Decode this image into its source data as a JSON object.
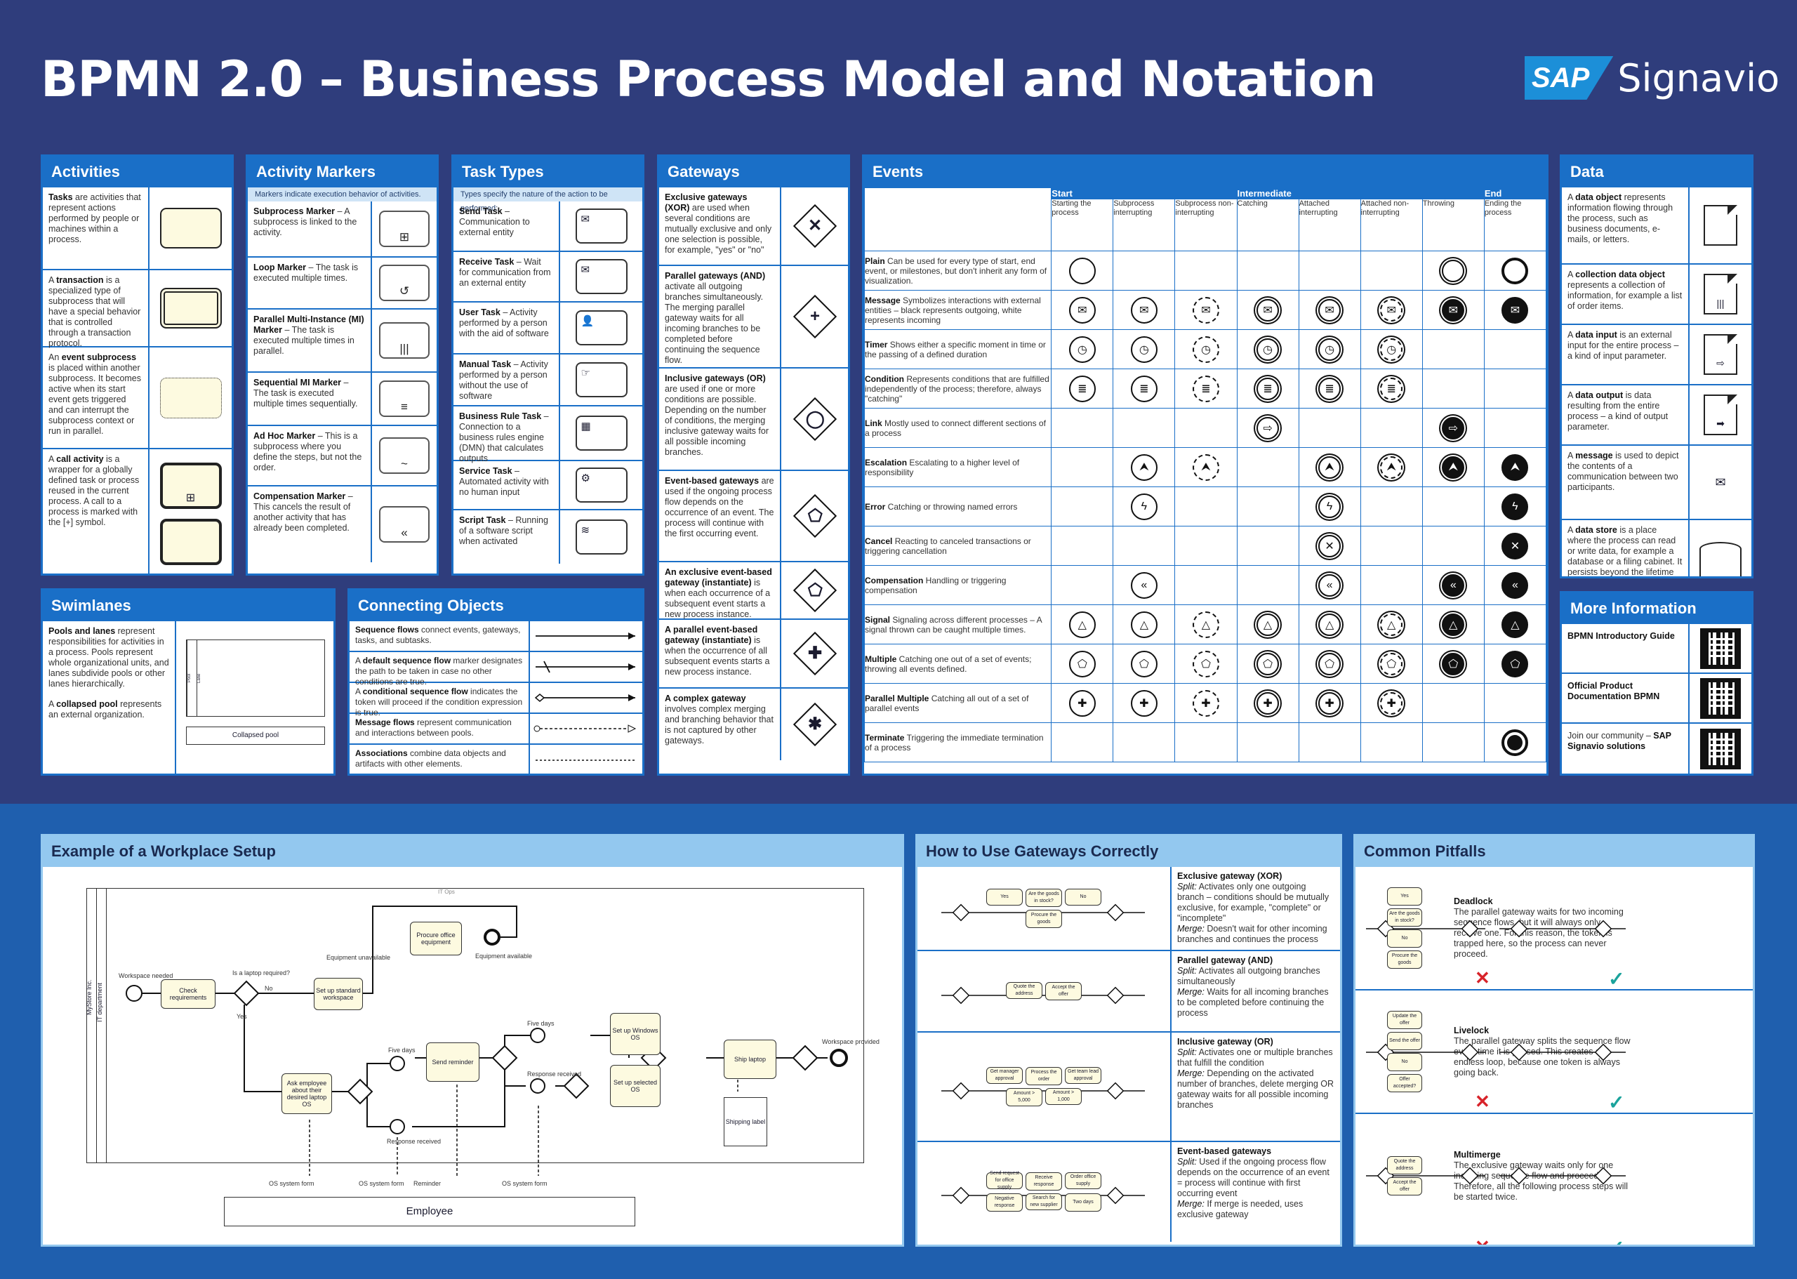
{
  "title": "BPMN 2.0 – Business Process Model and Notation",
  "logo": {
    "sap": "SAP",
    "product": "Signavio"
  },
  "activities": {
    "title": "Activities",
    "rows": [
      {
        "bold": "Tasks",
        "text": " are activities that represent actions performed by people or machines within a process."
      },
      {
        "bold": "",
        "pre": "A ",
        "bold2": "transaction",
        "text": " is a specialized type of subprocess that will have a special behavior that is controlled through a transaction protocol."
      },
      {
        "pre": "An ",
        "bold2": "event subprocess",
        "text": " is placed within another subprocess. It becomes active when its start event gets triggered and can interrupt the subprocess context or run in parallel."
      },
      {
        "pre": "A ",
        "bold2": "call activity",
        "text": " is a wrapper for a globally defined task or process reused in the current process. A call to a process is marked with the [+] symbol."
      }
    ]
  },
  "markers": {
    "title": "Activity Markers",
    "sub": "Markers indicate execution behavior of activities.",
    "rows": [
      {
        "name": "Subprocess Marker",
        "text": " – A subprocess is linked to the activity.",
        "sym": "⊞"
      },
      {
        "name": "Loop Marker",
        "text": " – The task is executed multiple times.",
        "sym": "↺"
      },
      {
        "name": "Parallel Multi-Instance (MI) Marker",
        "text": " – The task is executed multiple times in parallel.",
        "sym": "|||"
      },
      {
        "name": "Sequential MI Marker",
        "text": " – The task is executed multiple times sequentially.",
        "sym": "≡"
      },
      {
        "name": "Ad Hoc Marker",
        "text": " – This is a subprocess where you define the steps, but not the order.",
        "sym": "~"
      },
      {
        "name": "Compensation Marker",
        "text": " – This cancels the result of another activity that has already been completed.",
        "sym": "«"
      }
    ]
  },
  "tasks": {
    "title": "Task Types",
    "sub": "Types specify the nature of the action to be performed:",
    "rows": [
      {
        "name": "Send Task",
        "text": " – Communication to external entity",
        "sym": "✉"
      },
      {
        "name": "Receive Task",
        "text": " – Wait for communication from an external entity",
        "sym": "✉"
      },
      {
        "name": "User Task",
        "text": " – Activity performed by a person with the aid of software",
        "sym": "👤"
      },
      {
        "name": "Manual Task",
        "text": " – Activity performed by a person without the use of software",
        "sym": "☞"
      },
      {
        "name": "Business Rule Task",
        "text": " – Connection to a business rules engine (DMN) that calculates outputs",
        "sym": "▦"
      },
      {
        "name": "Service Task",
        "text": " – Automated activity with no human input",
        "sym": "⚙"
      },
      {
        "name": "Script Task",
        "text": " – Running of a software script when activated",
        "sym": "≋"
      }
    ]
  },
  "gateways": {
    "title": "Gateways",
    "rows": [
      {
        "bold": "Exclusive gateways (XOR)",
        "text": " are used when several conditions are mutually exclusive and only one selection is possible, for example, \"yes\" or \"no\"",
        "sym": "✕"
      },
      {
        "bold": "Parallel gateways (AND)",
        "text": " activate all outgoing branches simultaneously. The merging parallel gateway waits for all incoming branches to be completed before continuing the sequence flow.",
        "sym": "+"
      },
      {
        "bold": "Inclusive gateways (OR)",
        "text": " are used if one or more conditions are possible. Depending on the number of conditions, the merging inclusive gateway waits for all possible incoming branches.",
        "sym": "◯"
      },
      {
        "bold": "Event-based gateways",
        "text": " are used if the ongoing process flow depends on the occurrence of an event. The process will continue with the first occurring event.",
        "sym": "⬠"
      },
      {
        "bold": "An exclusive event-based gateway (instantiate)",
        "text": " is when each occurrence of a subsequent event starts a new process instance.",
        "sym": "⬠"
      },
      {
        "bold": "A parallel event-based gateway (instantiate)",
        "text": " is when the occurrence of all subsequent events starts a new process instance.",
        "sym": "✚"
      },
      {
        "bold": "A complex gateway",
        "text": " involves complex merging and branching behavior that is not captured by other gateways.",
        "sym": "✱"
      }
    ]
  },
  "events": {
    "title": "Events",
    "groups": {
      "start": "Start",
      "intermediate": "Intermediate",
      "end": "End"
    },
    "cols": [
      "Starting the process",
      "Subprocess interrupting",
      "Subprocess non-interrupting",
      "Catching",
      "Attached interrupting",
      "Attached non-interrupting",
      "Throwing",
      "Ending the process"
    ],
    "rows": [
      {
        "name": "Plain",
        "text": " Can be used for every type of start, end event, or milestones, but don't inherit any form of visualization.",
        "cells": [
          "",
          "",
          "",
          "",
          "",
          "",
          "",
          ""
        ],
        "sym": "",
        "show": [
          1,
          0,
          0,
          0,
          0,
          0,
          1,
          1
        ]
      },
      {
        "name": "Message",
        "text": " Symbolizes interactions with external entities – black represents outgoing, white represents incoming",
        "sym": "✉",
        "show": [
          1,
          1,
          1,
          1,
          1,
          1,
          1,
          1
        ]
      },
      {
        "name": "Timer",
        "text": " Shows either a specific moment in time or the passing of a defined duration",
        "sym": "◷",
        "show": [
          1,
          1,
          1,
          1,
          1,
          1,
          0,
          0
        ]
      },
      {
        "name": "Condition",
        "text": " Represents conditions that are fulfilled independently of the process; therefore, always \"catching\"",
        "sym": "≣",
        "show": [
          1,
          1,
          1,
          1,
          1,
          1,
          0,
          0
        ]
      },
      {
        "name": "Link",
        "text": " Mostly used to connect different sections of a process",
        "sym": "⇨",
        "show": [
          0,
          0,
          0,
          1,
          0,
          0,
          1,
          0
        ]
      },
      {
        "name": "Escalation",
        "text": " Escalating to a higher level of responsibility",
        "sym": "⮝",
        "show": [
          0,
          1,
          1,
          0,
          1,
          1,
          1,
          1
        ]
      },
      {
        "name": "Error",
        "text": " Catching or throwing named errors",
        "sym": "ϟ",
        "show": [
          0,
          1,
          0,
          0,
          1,
          0,
          0,
          1
        ]
      },
      {
        "name": "Cancel",
        "text": " Reacting to canceled transactions or triggering cancellation",
        "sym": "✕",
        "show": [
          0,
          0,
          0,
          0,
          1,
          0,
          0,
          1
        ]
      },
      {
        "name": "Compensation",
        "text": " Handling or triggering compensation",
        "sym": "«",
        "show": [
          0,
          1,
          0,
          0,
          1,
          0,
          1,
          1
        ]
      },
      {
        "name": "Signal",
        "text": " Signaling across different processes – A signal thrown can be caught multiple times.",
        "sym": "△",
        "show": [
          1,
          1,
          1,
          1,
          1,
          1,
          1,
          1
        ]
      },
      {
        "name": "Multiple",
        "text": " Catching one out of a set of events; throwing all events defined.",
        "sym": "⬠",
        "show": [
          1,
          1,
          1,
          1,
          1,
          1,
          1,
          1
        ]
      },
      {
        "name": "Parallel Multiple",
        "text": " Catching all out of a set of parallel events",
        "sym": "✚",
        "show": [
          1,
          1,
          1,
          1,
          1,
          1,
          0,
          0
        ]
      },
      {
        "name": "Terminate",
        "text": " Triggering the immediate termination of a process",
        "sym": "●",
        "show": [
          0,
          0,
          0,
          0,
          0,
          0,
          0,
          1
        ]
      }
    ]
  },
  "data": {
    "title": "Data",
    "rows": [
      {
        "pre": "A ",
        "bold": "data object",
        "text": " represents information flowing through the process, such as business documents, e-mails, or letters.",
        "sym": ""
      },
      {
        "pre": "A ",
        "bold": "collection data object",
        "text": " represents a collection of information, for example a list of order items.",
        "sym": "|||"
      },
      {
        "pre": "A ",
        "bold": "data input",
        "text": " is an external input for the entire process – a kind of input parameter.",
        "sym": "⇨"
      },
      {
        "pre": "A ",
        "bold": "data output",
        "text": " is data resulting from the entire process – a kind of output parameter.",
        "sym": "➡"
      },
      {
        "pre": "A ",
        "bold": "message",
        "text": " is used to depict the contents of a communication between two participants.",
        "sym": "✉"
      },
      {
        "pre": "A ",
        "bold": "data store",
        "text": " is a place where the process can read or write data, for example a database or a filing cabinet. It persists beyond the lifetime of the process instance.",
        "sym": ""
      }
    ]
  },
  "more": {
    "title": "More Information",
    "rows": [
      {
        "bold": "BPMN Introductory Guide",
        "pre": ""
      },
      {
        "bold": "Official Product Documentation BPMN",
        "pre": ""
      },
      {
        "pre": "Join our community – ",
        "bold": "SAP Signavio solutions"
      }
    ]
  },
  "swimlanes": {
    "title": "Swimlanes",
    "p1b": "Pools and lanes",
    "p1": " represent responsibilities for activities in a process. Pools represent whole organizational units, and lanes subdivide pools or other lanes hierarchically.",
    "p2pre": "A ",
    "p2b": "collapsed pool",
    "p2": " represents an external organization.",
    "collapsed": "Collapsed pool",
    "pool": "Pool",
    "lane": "Lane"
  },
  "connecting": {
    "title": "Connecting Objects",
    "rows": [
      {
        "pre": "",
        "bold": "Sequence flows",
        "text": " connect events, gateways, tasks, and subtasks."
      },
      {
        "pre": "A ",
        "bold": "default sequence flow",
        "text": " marker designates the path to be taken in case no other conditions are true."
      },
      {
        "pre": "A ",
        "bold": "conditional sequence flow",
        "text": " indicates the token will proceed if the condition expression is true."
      },
      {
        "pre": "",
        "bold": "Message flows",
        "text": " represent communication and interactions between pools."
      },
      {
        "pre": "",
        "bold": "Associations",
        "text": " combine data objects and artifacts with other elements."
      }
    ]
  },
  "example": {
    "title": "Example of a Workplace Setup",
    "pool": "MyStore Inc.",
    "lane": "IT department",
    "itops": "IT Ops",
    "employee": "Employee",
    "tasks": [
      "Check requirements",
      "Set up standard workspace",
      "Procure office equipment",
      "Ask employee about their desired laptop OS",
      "Send reminder",
      "Set up Windows OS",
      "Set up selected OS",
      "Ship laptop"
    ],
    "labels": [
      "Workspace needed",
      "Is a laptop required?",
      "No",
      "Yes",
      "Equipment unavailable",
      "Equipment available",
      "Five days",
      "Five days",
      "Response received",
      "Response received",
      "Workspace provided",
      "Shipping label",
      "OS system form",
      "OS system form",
      "Reminder",
      "OS system form"
    ]
  },
  "howto": {
    "title": "How to Use Gateways Correctly",
    "rows": [
      {
        "title": "Exclusive gateway (XOR)",
        "split": "Split:",
        "s": " Activates only one outgoing branch – conditions should be mutually exclusive, for example, \"complete\" or \"incomplete\"",
        "merge": "Merge:",
        "m": " Doesn't wait for other incoming branches and continues the process",
        "labels": [
          "Yes",
          "Are the goods in stock?",
          "No",
          "Procure the goods"
        ]
      },
      {
        "title": "Parallel gateway (AND)",
        "split": "Split:",
        "s": " Activates all outgoing branches simultaneously",
        "merge": "Merge:",
        "m": " Waits for all incoming branches to be completed before continuing the process",
        "labels": [
          "Quote the address",
          "Accept the offer"
        ]
      },
      {
        "title": "Inclusive gateway (OR)",
        "split": "Split:",
        "s": " Activates one or multiple branches that fulfill the condition",
        "merge": "Merge:",
        "m": " Depending on the activated number of branches, delete merging OR gateway waits for all possible incoming branches",
        "labels": [
          "Get manager approval",
          "Process the order",
          "Get team lead approval",
          "Amount > 5,000",
          "Amount > 1,000"
        ]
      },
      {
        "title": "Event-based gateways",
        "split": "Split:",
        "s": " Used if the ongoing process flow depends on the occurrence of an event = process will continue with first occurring event",
        "merge": "Merge:",
        "m": " If merge is needed, uses exclusive gateway",
        "labels": [
          "Send request for office supply",
          "Receive response",
          "Order office supply",
          "Negative response",
          "Search for new supplier",
          "Two days"
        ]
      }
    ]
  },
  "pitfalls": {
    "title": "Common Pitfalls",
    "rows": [
      {
        "title": "Deadlock",
        "text": "The parallel gateway waits for two incoming sequence flows, but it will always only receive one. For this reason, the token is trapped here, so the process can never proceed.",
        "labels": [
          "Yes",
          "Are the goods in stock?",
          "No",
          "Procure the goods"
        ]
      },
      {
        "title": "Livelock",
        "text": "The parallel gateway splits the sequence flow every time it is passed. This creates an endless loop, because one token is always going back.",
        "labels": [
          "Update the offer",
          "Send the offer",
          "No",
          "Offer accepted?"
        ]
      },
      {
        "title": "Multimerge",
        "text": "The exclusive gateway waits only for one incoming sequence flow and proceeds. Therefore, all the following process steps will be started twice.",
        "labels": [
          "Quote the address",
          "Accept the offer"
        ]
      }
    ]
  }
}
